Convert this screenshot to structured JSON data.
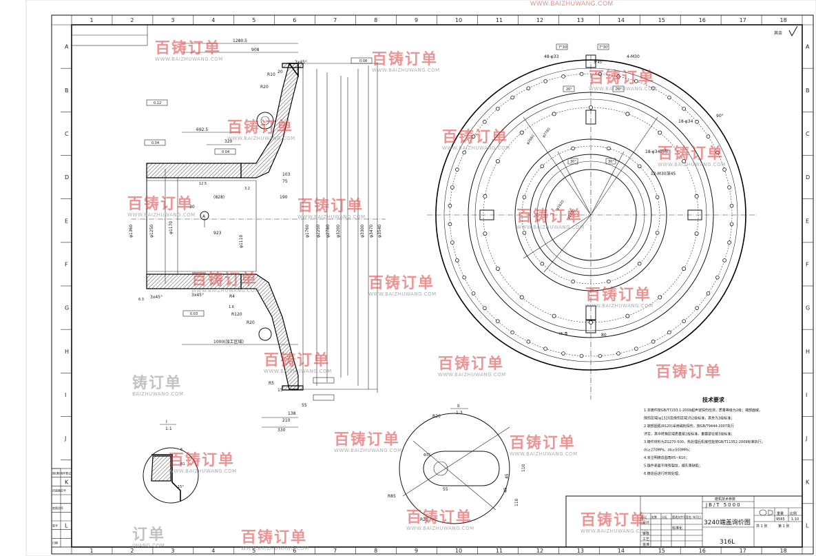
{
  "watermark": {
    "top_url": "WWW.BAIZHUWANG.COM",
    "logo": "百铸订单",
    "url": "WWW.BAIZHUWANG.COM",
    "partial_logo": "铸订单",
    "partial_url": "BAIZHUWANG.COM",
    "tail_logo": "订单",
    "tail_url": "JWANG.COM"
  },
  "grid": {
    "cols": [
      "1",
      "2",
      "3",
      "4",
      "5",
      "6",
      "7",
      "8",
      "9",
      "10",
      "11",
      "12",
      "13",
      "14",
      "15",
      "16",
      "17",
      "18"
    ],
    "rows": [
      "A",
      "B",
      "C",
      "D",
      "E",
      "F",
      "G",
      "H",
      "I",
      "J",
      "K",
      "L"
    ]
  },
  "roughness_mark": "其余",
  "section_dims": {
    "d1280": "1280.5",
    "d908": "908",
    "d20": "20",
    "r10": "R10",
    "r20a": "R20",
    "cham3": "3x45°",
    "d692": "692.5",
    "d320": "320",
    "d103": "103",
    "d75": "75",
    "d190": "190",
    "d828": "(828)",
    "d30": "30",
    "d923": "923",
    "d1000": "1000(加工区域)",
    "r120": "R120",
    "r20b": "R20",
    "r4": "R4",
    "cham3b": "3x45°",
    "cham3c": "3x45°",
    "d210": "210",
    "d330": "330",
    "d55": "55",
    "r5": "R5",
    "d15": "15",
    "d138": "138",
    "phi1360": "φ1360",
    "phi1250": "φ1250",
    "phi1170": "φ1170",
    "phi1110": "φ1110",
    "phi1760": "φ1760",
    "phi2250": "φ2250",
    "phi2780": "φ2780",
    "phi3200": "φ3200",
    "phi3300": "φ3300",
    "phi3470": "φ3470",
    "phi3540": "φ3540",
    "datumA": "A",
    "tol1": "0.08",
    "tol2": "0.12",
    "tol3": "0.04",
    "tol4": "0.04",
    "tol5": "0.03",
    "ra125": "12.5",
    "ra63": "6.3",
    "ra16": "1.6",
    "ra32": "3.2"
  },
  "plan_dims": {
    "h48": "48-φ33",
    "a730a": "7°30'",
    "a730b": "7°30'",
    "m30": "4-M30",
    "a345": "3°45'",
    "a20a": "20°",
    "a20b": "20°",
    "a90": "90°",
    "h18a": "18-φ34",
    "h18b": "18-φ34均布",
    "m12": "12-M30深45",
    "a30a": "30°",
    "a30b": "30°",
    "d2660": "φ2660",
    "d2780": "φ2780",
    "d1620": "φ1620",
    "d1780": "φ1780",
    "d80": "80",
    "note": "IIII 角"
  },
  "detail_i": {
    "title": "I",
    "scale": "1:1",
    "r1": "R1",
    "d15": "15°",
    "d6": "6"
  },
  "detail_ii": {
    "title": "II",
    "scale": "1:3",
    "r20a": "R20",
    "r20b": "R20",
    "r85": "R85",
    "d35": "Φ35",
    "d55": "55",
    "d45": "45",
    "d45b": "45",
    "d110a": "110",
    "d110b": "110"
  },
  "tech_req": {
    "title": "技术要求",
    "lines": [
      "1.本铸件按GB/T7233.1-2009超声波探伤检测，质量等级为2级；端部面域，",
      "探伤区域(φ1320及探伤区域)为2级标准，其余为3级标准；",
      "2.端部圆弧(R120)采用磁粉探伤，按GB/T9444-2007执行",
      "评定，其中转角区域质量按2级标准，重要部位按3级标准；",
      "3.铸件材料为ZG270-500，热处理后机械性能按GB/T11352-2009标准执行；",
      "σs≥270MPa，σb≥500MPa；",
      "4.未注明铸造圆角R5~R10；",
      "5.铸件表面不得有裂纹，缩孔等缺陷；",
      "6.铸造后进行时效处理。"
    ]
  },
  "title_block": {
    "std_label": "磨机技术参数",
    "std": "JB/T 5000",
    "drawing_title": "3240端盖询价图",
    "material": "316L",
    "weight": "9565",
    "scale": "1:10",
    "sheet_label": "共 1 张",
    "sheet_label2": "第 1 张",
    "labels": [
      "标记",
      "处数",
      "分区",
      "更改文件号",
      "签名",
      "年月日"
    ],
    "role1": "设计",
    "role2": "审核",
    "role3": "工艺",
    "role4": "批准",
    "stage": "标准化",
    "weight_label": "重量",
    "scale_label": "比例"
  },
  "left_stamp": {
    "rows": [
      "借(通)用件登记",
      "",
      "旧底图总号",
      "",
      "底图总号",
      "",
      "签字",
      "",
      "日期"
    ]
  }
}
